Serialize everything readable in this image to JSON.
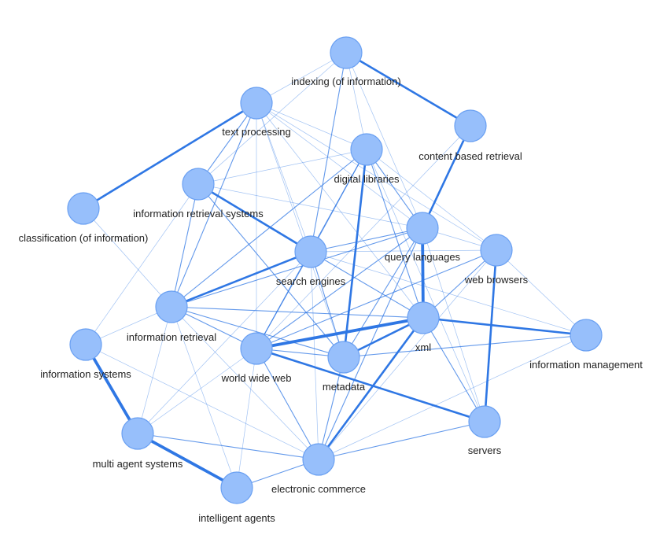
{
  "graph": {
    "colors": {
      "node_fill": "#97bffb",
      "node_stroke": "#6aa0f2",
      "edge": "#2f77e4",
      "label": "#222222"
    },
    "nodes": [
      {
        "id": "indexing",
        "label": "indexing (of information)"
      },
      {
        "id": "content_based_retrieval",
        "label": "content based retrieval"
      },
      {
        "id": "text_processing",
        "label": "text processing"
      },
      {
        "id": "digital_libraries",
        "label": "digital libraries"
      },
      {
        "id": "information_retrieval_systems",
        "label": "information retrieval systems"
      },
      {
        "id": "classification",
        "label": "classification (of information)"
      },
      {
        "id": "query_languages",
        "label": "query languages"
      },
      {
        "id": "web_browsers",
        "label": "web browsers"
      },
      {
        "id": "search_engines",
        "label": "search engines"
      },
      {
        "id": "information_retrieval",
        "label": "information retrieval"
      },
      {
        "id": "xml",
        "label": "xml"
      },
      {
        "id": "information_management",
        "label": "information management"
      },
      {
        "id": "information_systems",
        "label": "information systems"
      },
      {
        "id": "world_wide_web",
        "label": "world wide web"
      },
      {
        "id": "metadata",
        "label": "metadata"
      },
      {
        "id": "servers",
        "label": "servers"
      },
      {
        "id": "multi_agent_systems",
        "label": "multi agent systems"
      },
      {
        "id": "electronic_commerce",
        "label": "electronic commerce"
      },
      {
        "id": "intelligent_agents",
        "label": "intelligent agents"
      }
    ],
    "edges": [
      {
        "source": "indexing",
        "target": "content_based_retrieval",
        "weight": 3
      },
      {
        "source": "indexing",
        "target": "text_processing",
        "weight": 1
      },
      {
        "source": "indexing",
        "target": "digital_libraries",
        "weight": 1
      },
      {
        "source": "indexing",
        "target": "search_engines",
        "weight": 2
      },
      {
        "source": "indexing",
        "target": "information_retrieval_systems",
        "weight": 1
      },
      {
        "source": "indexing",
        "target": "query_languages",
        "weight": 1
      },
      {
        "source": "content_based_retrieval",
        "target": "query_languages",
        "weight": 3
      },
      {
        "source": "content_based_retrieval",
        "target": "world_wide_web",
        "weight": 1
      },
      {
        "source": "text_processing",
        "target": "classification",
        "weight": 3
      },
      {
        "source": "text_processing",
        "target": "information_retrieval_systems",
        "weight": 2
      },
      {
        "source": "text_processing",
        "target": "information_retrieval",
        "weight": 2
      },
      {
        "source": "text_processing",
        "target": "search_engines",
        "weight": 1
      },
      {
        "source": "text_processing",
        "target": "digital_libraries",
        "weight": 1
      },
      {
        "source": "text_processing",
        "target": "query_languages",
        "weight": 1
      },
      {
        "source": "text_processing",
        "target": "web_browsers",
        "weight": 1
      },
      {
        "source": "text_processing",
        "target": "xml",
        "weight": 1
      },
      {
        "source": "text_processing",
        "target": "metadata",
        "weight": 1
      },
      {
        "source": "text_processing",
        "target": "world_wide_web",
        "weight": 1
      },
      {
        "source": "digital_libraries",
        "target": "information_retrieval_systems",
        "weight": 1
      },
      {
        "source": "digital_libraries",
        "target": "search_engines",
        "weight": 2
      },
      {
        "source": "digital_libraries",
        "target": "metadata",
        "weight": 3
      },
      {
        "source": "digital_libraries",
        "target": "xml",
        "weight": 2
      },
      {
        "source": "digital_libraries",
        "target": "query_languages",
        "weight": 2
      },
      {
        "source": "digital_libraries",
        "target": "web_browsers",
        "weight": 1
      },
      {
        "source": "digital_libraries",
        "target": "information_retrieval",
        "weight": 2
      },
      {
        "source": "digital_libraries",
        "target": "world_wide_web",
        "weight": 2
      },
      {
        "source": "digital_libraries",
        "target": "servers",
        "weight": 1
      },
      {
        "source": "information_retrieval_systems",
        "target": "search_engines",
        "weight": 3
      },
      {
        "source": "information_retrieval_systems",
        "target": "metadata",
        "weight": 2
      },
      {
        "source": "information_retrieval_systems",
        "target": "information_retrieval",
        "weight": 2
      },
      {
        "source": "information_retrieval_systems",
        "target": "information_systems",
        "weight": 1
      },
      {
        "source": "information_retrieval_systems",
        "target": "query_languages",
        "weight": 1
      },
      {
        "source": "classification",
        "target": "information_retrieval",
        "weight": 1
      },
      {
        "source": "query_languages",
        "target": "xml",
        "weight": 4
      },
      {
        "source": "query_languages",
        "target": "search_engines",
        "weight": 2
      },
      {
        "source": "query_languages",
        "target": "information_retrieval",
        "weight": 2
      },
      {
        "source": "query_languages",
        "target": "world_wide_web",
        "weight": 2
      },
      {
        "source": "query_languages",
        "target": "metadata",
        "weight": 2
      },
      {
        "source": "query_languages",
        "target": "web_browsers",
        "weight": 1
      },
      {
        "source": "query_languages",
        "target": "electronic_commerce",
        "weight": 2
      },
      {
        "source": "query_languages",
        "target": "servers",
        "weight": 1
      },
      {
        "source": "web_browsers",
        "target": "search_engines",
        "weight": 1
      },
      {
        "source": "web_browsers",
        "target": "world_wide_web",
        "weight": 2
      },
      {
        "source": "web_browsers",
        "target": "servers",
        "weight": 3
      },
      {
        "source": "web_browsers",
        "target": "information_management",
        "weight": 1
      },
      {
        "source": "web_browsers",
        "target": "xml",
        "weight": 2
      },
      {
        "source": "web_browsers",
        "target": "electronic_commerce",
        "weight": 1
      },
      {
        "source": "search_engines",
        "target": "information_retrieval",
        "weight": 3
      },
      {
        "source": "search_engines",
        "target": "world_wide_web",
        "weight": 2
      },
      {
        "source": "search_engines",
        "target": "metadata",
        "weight": 2
      },
      {
        "source": "search_engines",
        "target": "xml",
        "weight": 2
      },
      {
        "source": "search_engines",
        "target": "electronic_commerce",
        "weight": 1
      },
      {
        "source": "search_engines",
        "target": "multi_agent_systems",
        "weight": 1
      },
      {
        "source": "search_engines",
        "target": "information_management",
        "weight": 1
      },
      {
        "source": "information_retrieval",
        "target": "xml",
        "weight": 2
      },
      {
        "source": "information_retrieval",
        "target": "metadata",
        "weight": 2
      },
      {
        "source": "information_retrieval",
        "target": "world_wide_web",
        "weight": 2
      },
      {
        "source": "information_retrieval",
        "target": "information_systems",
        "weight": 1
      },
      {
        "source": "information_retrieval",
        "target": "multi_agent_systems",
        "weight": 1
      },
      {
        "source": "information_retrieval",
        "target": "electronic_commerce",
        "weight": 1
      },
      {
        "source": "information_retrieval",
        "target": "intelligent_agents",
        "weight": 1
      },
      {
        "source": "xml",
        "target": "metadata",
        "weight": 3
      },
      {
        "source": "xml",
        "target": "world_wide_web",
        "weight": 4
      },
      {
        "source": "xml",
        "target": "information_management",
        "weight": 3
      },
      {
        "source": "xml",
        "target": "electronic_commerce",
        "weight": 3
      },
      {
        "source": "xml",
        "target": "servers",
        "weight": 2
      },
      {
        "source": "information_management",
        "target": "metadata",
        "weight": 2
      },
      {
        "source": "information_management",
        "target": "electronic_commerce",
        "weight": 1
      },
      {
        "source": "information_systems",
        "target": "multi_agent_systems",
        "weight": 4
      },
      {
        "source": "information_systems",
        "target": "electronic_commerce",
        "weight": 1
      },
      {
        "source": "world_wide_web",
        "target": "metadata",
        "weight": 2
      },
      {
        "source": "world_wide_web",
        "target": "servers",
        "weight": 3
      },
      {
        "source": "world_wide_web",
        "target": "electronic_commerce",
        "weight": 2
      },
      {
        "source": "world_wide_web",
        "target": "multi_agent_systems",
        "weight": 1
      },
      {
        "source": "world_wide_web",
        "target": "intelligent_agents",
        "weight": 1
      },
      {
        "source": "metadata",
        "target": "electronic_commerce",
        "weight": 2
      },
      {
        "source": "servers",
        "target": "electronic_commerce",
        "weight": 2
      },
      {
        "source": "multi_agent_systems",
        "target": "electronic_commerce",
        "weight": 2
      },
      {
        "source": "multi_agent_systems",
        "target": "intelligent_agents",
        "weight": 4
      },
      {
        "source": "intelligent_agents",
        "target": "electronic_commerce",
        "weight": 2
      }
    ]
  }
}
